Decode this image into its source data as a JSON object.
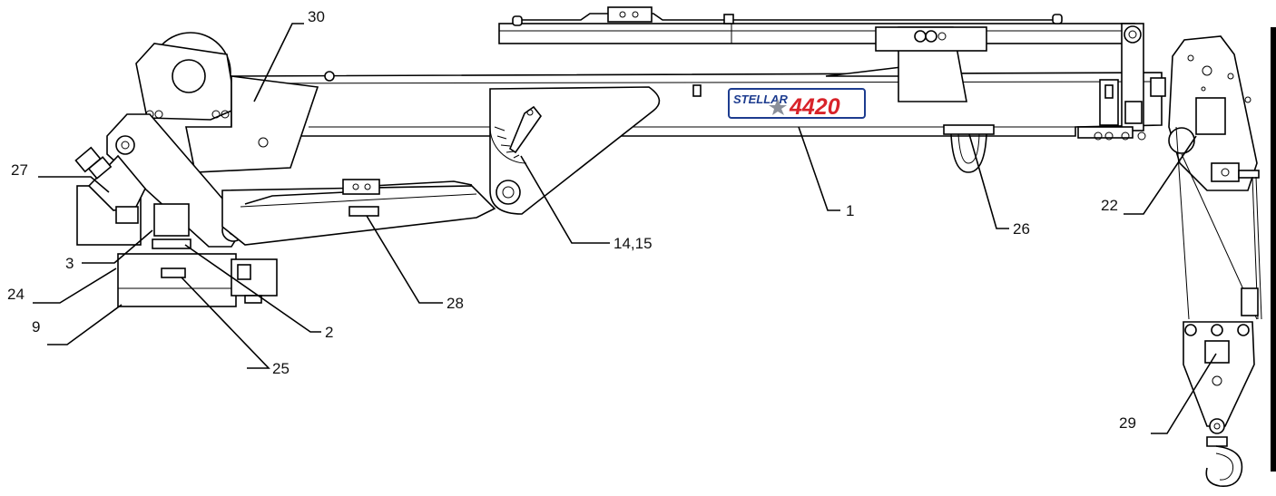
{
  "logo": {
    "brand": "STELLAR",
    "model": "4420",
    "colors": {
      "blue": "#1d3c8f",
      "red": "#d8232a",
      "star": "#8a8f99"
    }
  },
  "callouts": {
    "c30": "30",
    "c27": "27",
    "c3": "3",
    "c24": "24",
    "c9": "9",
    "c25": "25",
    "c2": "2",
    "c28": "28",
    "c14_15": "14,15",
    "c1": "1",
    "c26": "26",
    "c22": "22",
    "c29": "29"
  }
}
